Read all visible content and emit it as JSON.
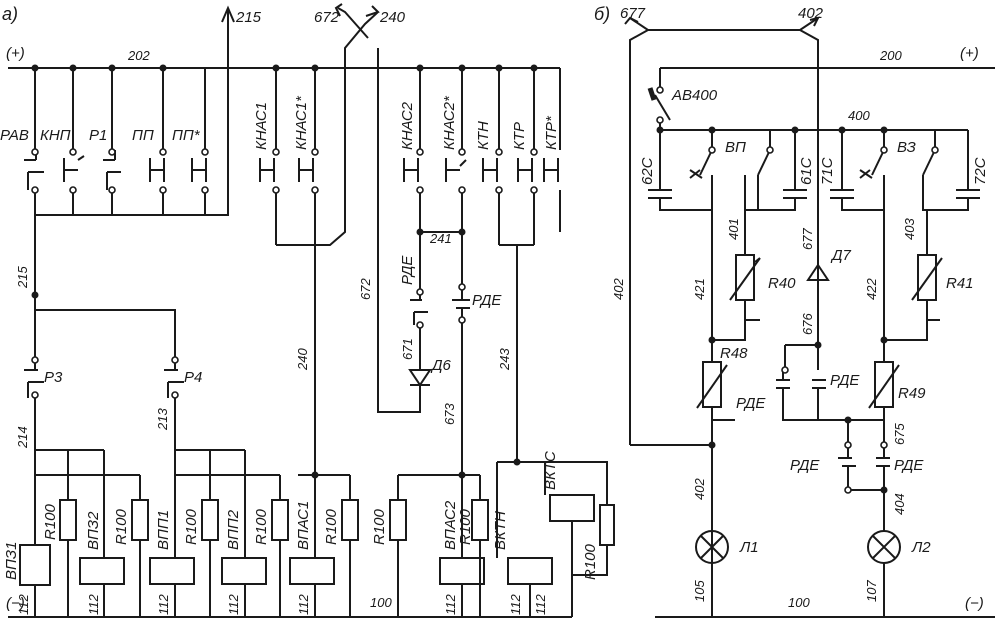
{
  "left": {
    "tag": "а)",
    "rails": {
      "plus": "(+)",
      "minus": "(−)",
      "plus_wire": "202",
      "minus_wire": "100"
    },
    "arrows": {
      "a215": "215",
      "a672": "672",
      "a240": "240"
    },
    "contacts": {
      "rav": "РАВ",
      "knp": "КНП",
      "p1": "Р1",
      "pp": "ПП",
      "pps": "ПП*",
      "knas1": "КНАС1",
      "knas1s": "КНАС1*",
      "knas2": "КНАС2",
      "knas2s": "КНАС2*",
      "ktn": "КТН",
      "ktr": "КТР",
      "ktrs": "КТР*",
      "p3": "Р3",
      "p4": "Р4",
      "rde_a": "РДЕ",
      "rde_b": "РДЕ"
    },
    "wires": {
      "w215": "215",
      "w214": "214",
      "w213": "213",
      "w240": "240",
      "w672": "672",
      "w241": "241",
      "w671": "671",
      "w673": "673",
      "w243": "243"
    },
    "diode": "Д6",
    "coils": {
      "vpz1": "ВПЗ1",
      "vpz2": "ВПЗ2",
      "vpp1": "ВПП1",
      "vpp2": "ВПП2",
      "vpas1": "ВПАС1",
      "vpas2": "ВПАС2",
      "vktn": "ВКТН",
      "vkts": "ВКТС"
    },
    "resistor": "R100",
    "coil_wire": "112"
  },
  "right": {
    "tag": "б)",
    "rails": {
      "plus": "(+)",
      "minus": "(−)",
      "plus_wire": "200",
      "minus_wire": "100",
      "bus_wire": "400"
    },
    "arrows": {
      "a677": "677",
      "a402": "402"
    },
    "breaker": "АВ400",
    "switches": {
      "vp": "ВП",
      "vz": "ВЗ"
    },
    "caps": {
      "c62": "62С",
      "c61": "61С",
      "c71": "71С",
      "c72": "72С"
    },
    "resistors": {
      "r40": "R40",
      "r41": "R41",
      "r48": "R48",
      "r49": "R49"
    },
    "diode": "Д7",
    "contacts": {
      "rde1": "РДЕ",
      "rde2": "РДЕ",
      "rde3": "РДЕ",
      "rde4": "РДЕ"
    },
    "wires": {
      "w402": "402",
      "w401": "401",
      "w421": "421",
      "w677": "677",
      "w676": "676",
      "w403": "403",
      "w422": "422",
      "w675": "675",
      "w404": "404",
      "w402b": "402",
      "w105": "105",
      "w107": "107"
    },
    "lamps": {
      "l1": "Л1",
      "l2": "Л2"
    }
  }
}
